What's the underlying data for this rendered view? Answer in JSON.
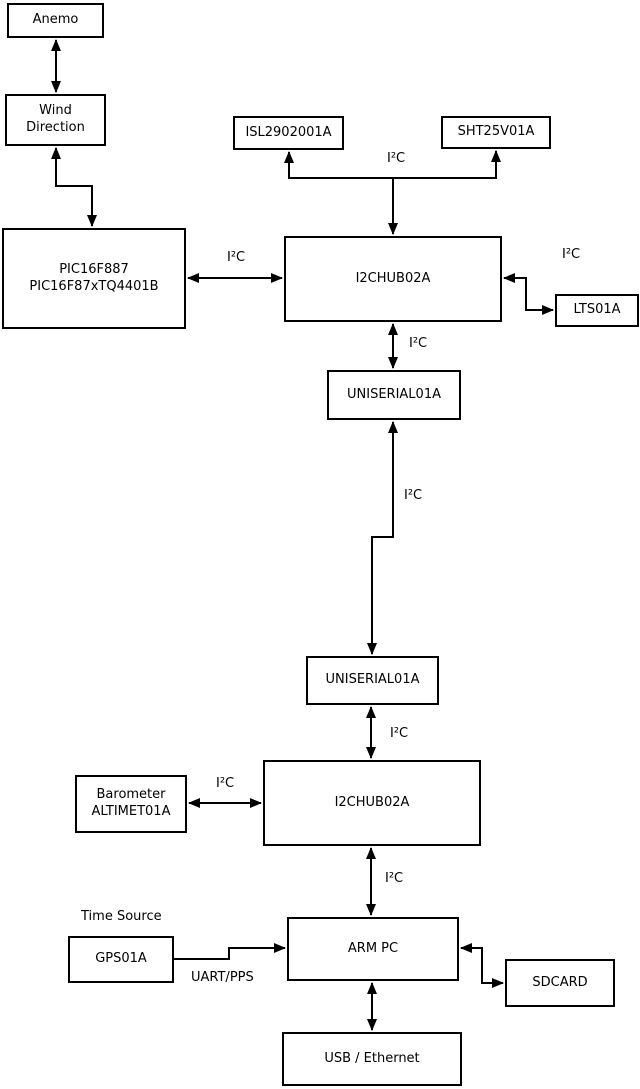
{
  "diagram": {
    "boxes": {
      "anemo": {
        "label": "Anemo"
      },
      "wind_direction": {
        "lines": [
          "Wind",
          "Direction"
        ]
      },
      "pic": {
        "lines": [
          "PIC16F887",
          "PIC16F87xTQ4401B"
        ]
      },
      "isl": {
        "label": "ISL2902001A"
      },
      "sht": {
        "label": "SHT25V01A"
      },
      "i2c_hub_top": {
        "label": "I2CHUB02A"
      },
      "lts": {
        "label": "LTS01A"
      },
      "uniserial_top": {
        "label": "UNISERIAL01A"
      },
      "uniserial_bottom": {
        "label": "UNISERIAL01A"
      },
      "i2c_hub_bottom": {
        "label": "I2CHUB02A"
      },
      "barometer": {
        "lines": [
          "Barometer",
          "ALTIMET01A"
        ]
      },
      "gps": {
        "label": "GPS01A"
      },
      "arm_pc": {
        "label": "ARM PC"
      },
      "sdcard": {
        "label": "SDCARD"
      },
      "usb_ethernet": {
        "label": "USB / Ethernet"
      }
    },
    "edge_labels": {
      "i2c": "I²C",
      "uart_pps": "UART/PPS",
      "time_source": "Time Source"
    },
    "colors": {
      "line": "#000000",
      "box_border": "#000000",
      "background": "#ffffff",
      "text": "#000000"
    }
  }
}
